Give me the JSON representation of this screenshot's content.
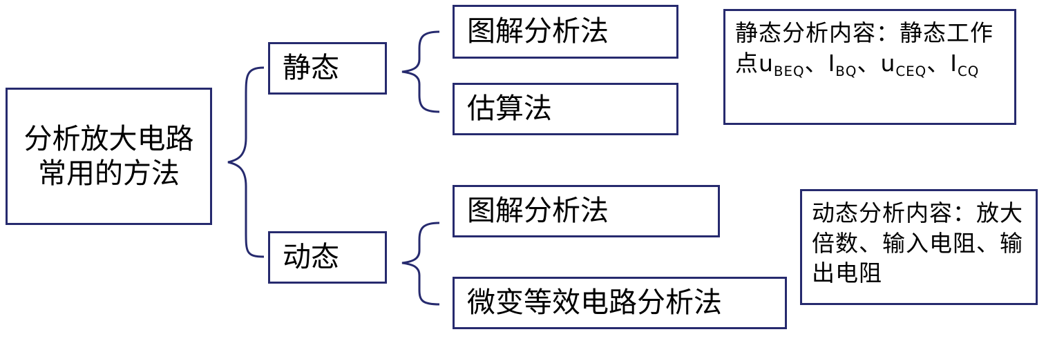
{
  "root": {
    "label": "分析放大电路常用的方法"
  },
  "static": {
    "label": "静态",
    "methods": [
      "图解分析法",
      "估算法"
    ],
    "note": {
      "text": "静态分析内容：静态工作点",
      "items": [
        {
          "var": "u",
          "sub": "BEQ"
        },
        {
          "var": "I",
          "sub": "BQ"
        },
        {
          "var": "u",
          "sub": "CEQ"
        },
        {
          "var": "I",
          "sub": "CQ"
        }
      ],
      "separator": "、"
    }
  },
  "dynamic": {
    "label": "动态",
    "methods": [
      "图解分析法",
      "微变等效电路分析法"
    ],
    "note": {
      "text": "动态分析内容：放大倍数、输入电阻、输出电阻"
    }
  },
  "colors": {
    "border": "#262a6e",
    "background": "#ffffff",
    "text": "#000000"
  }
}
